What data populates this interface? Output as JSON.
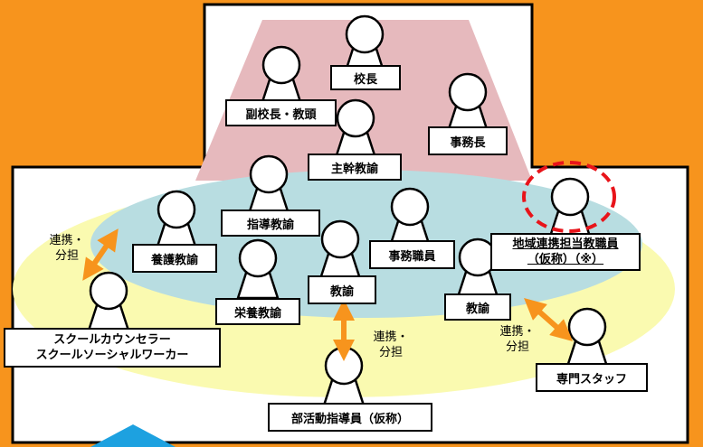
{
  "roles": {
    "principal": "校長",
    "vice_principal": "副校長・教頭",
    "office_manager": "事務長",
    "senior_teacher": "主幹教諭",
    "guidance_teacher": "指導教諭",
    "nursing_teacher": "養護教諭",
    "office_staff": "事務職員",
    "community_coordinator_line1": "地域連携担当教職員",
    "community_coordinator_line2": "（仮称）（※）",
    "nutrition_teacher": "栄養教諭",
    "teacher_center": "教諭",
    "teacher_right": "教諭",
    "counselor_line1": "スクールカウンセラー",
    "counselor_line2": "スクールソーシャルワーカー",
    "specialist_staff": "専門スタッフ",
    "club_instructor": "部活動指導員（仮称）"
  },
  "relations": {
    "left_line1": "連携・",
    "left_line2": "分担",
    "center_line1": "連携・",
    "center_line2": "分担",
    "right_line1": "連携・",
    "right_line2": "分担"
  },
  "colors": {
    "background": "#f7941d",
    "school_area": "#ffffff",
    "management_trapezoid": "#e6b9bd",
    "inner_ellipse": "#b8dde1",
    "outer_ellipse": "#fafab0",
    "arrow": "#f7941d",
    "highlight_circle": "#e8141a",
    "corner_triangle": "#1da1e0"
  }
}
